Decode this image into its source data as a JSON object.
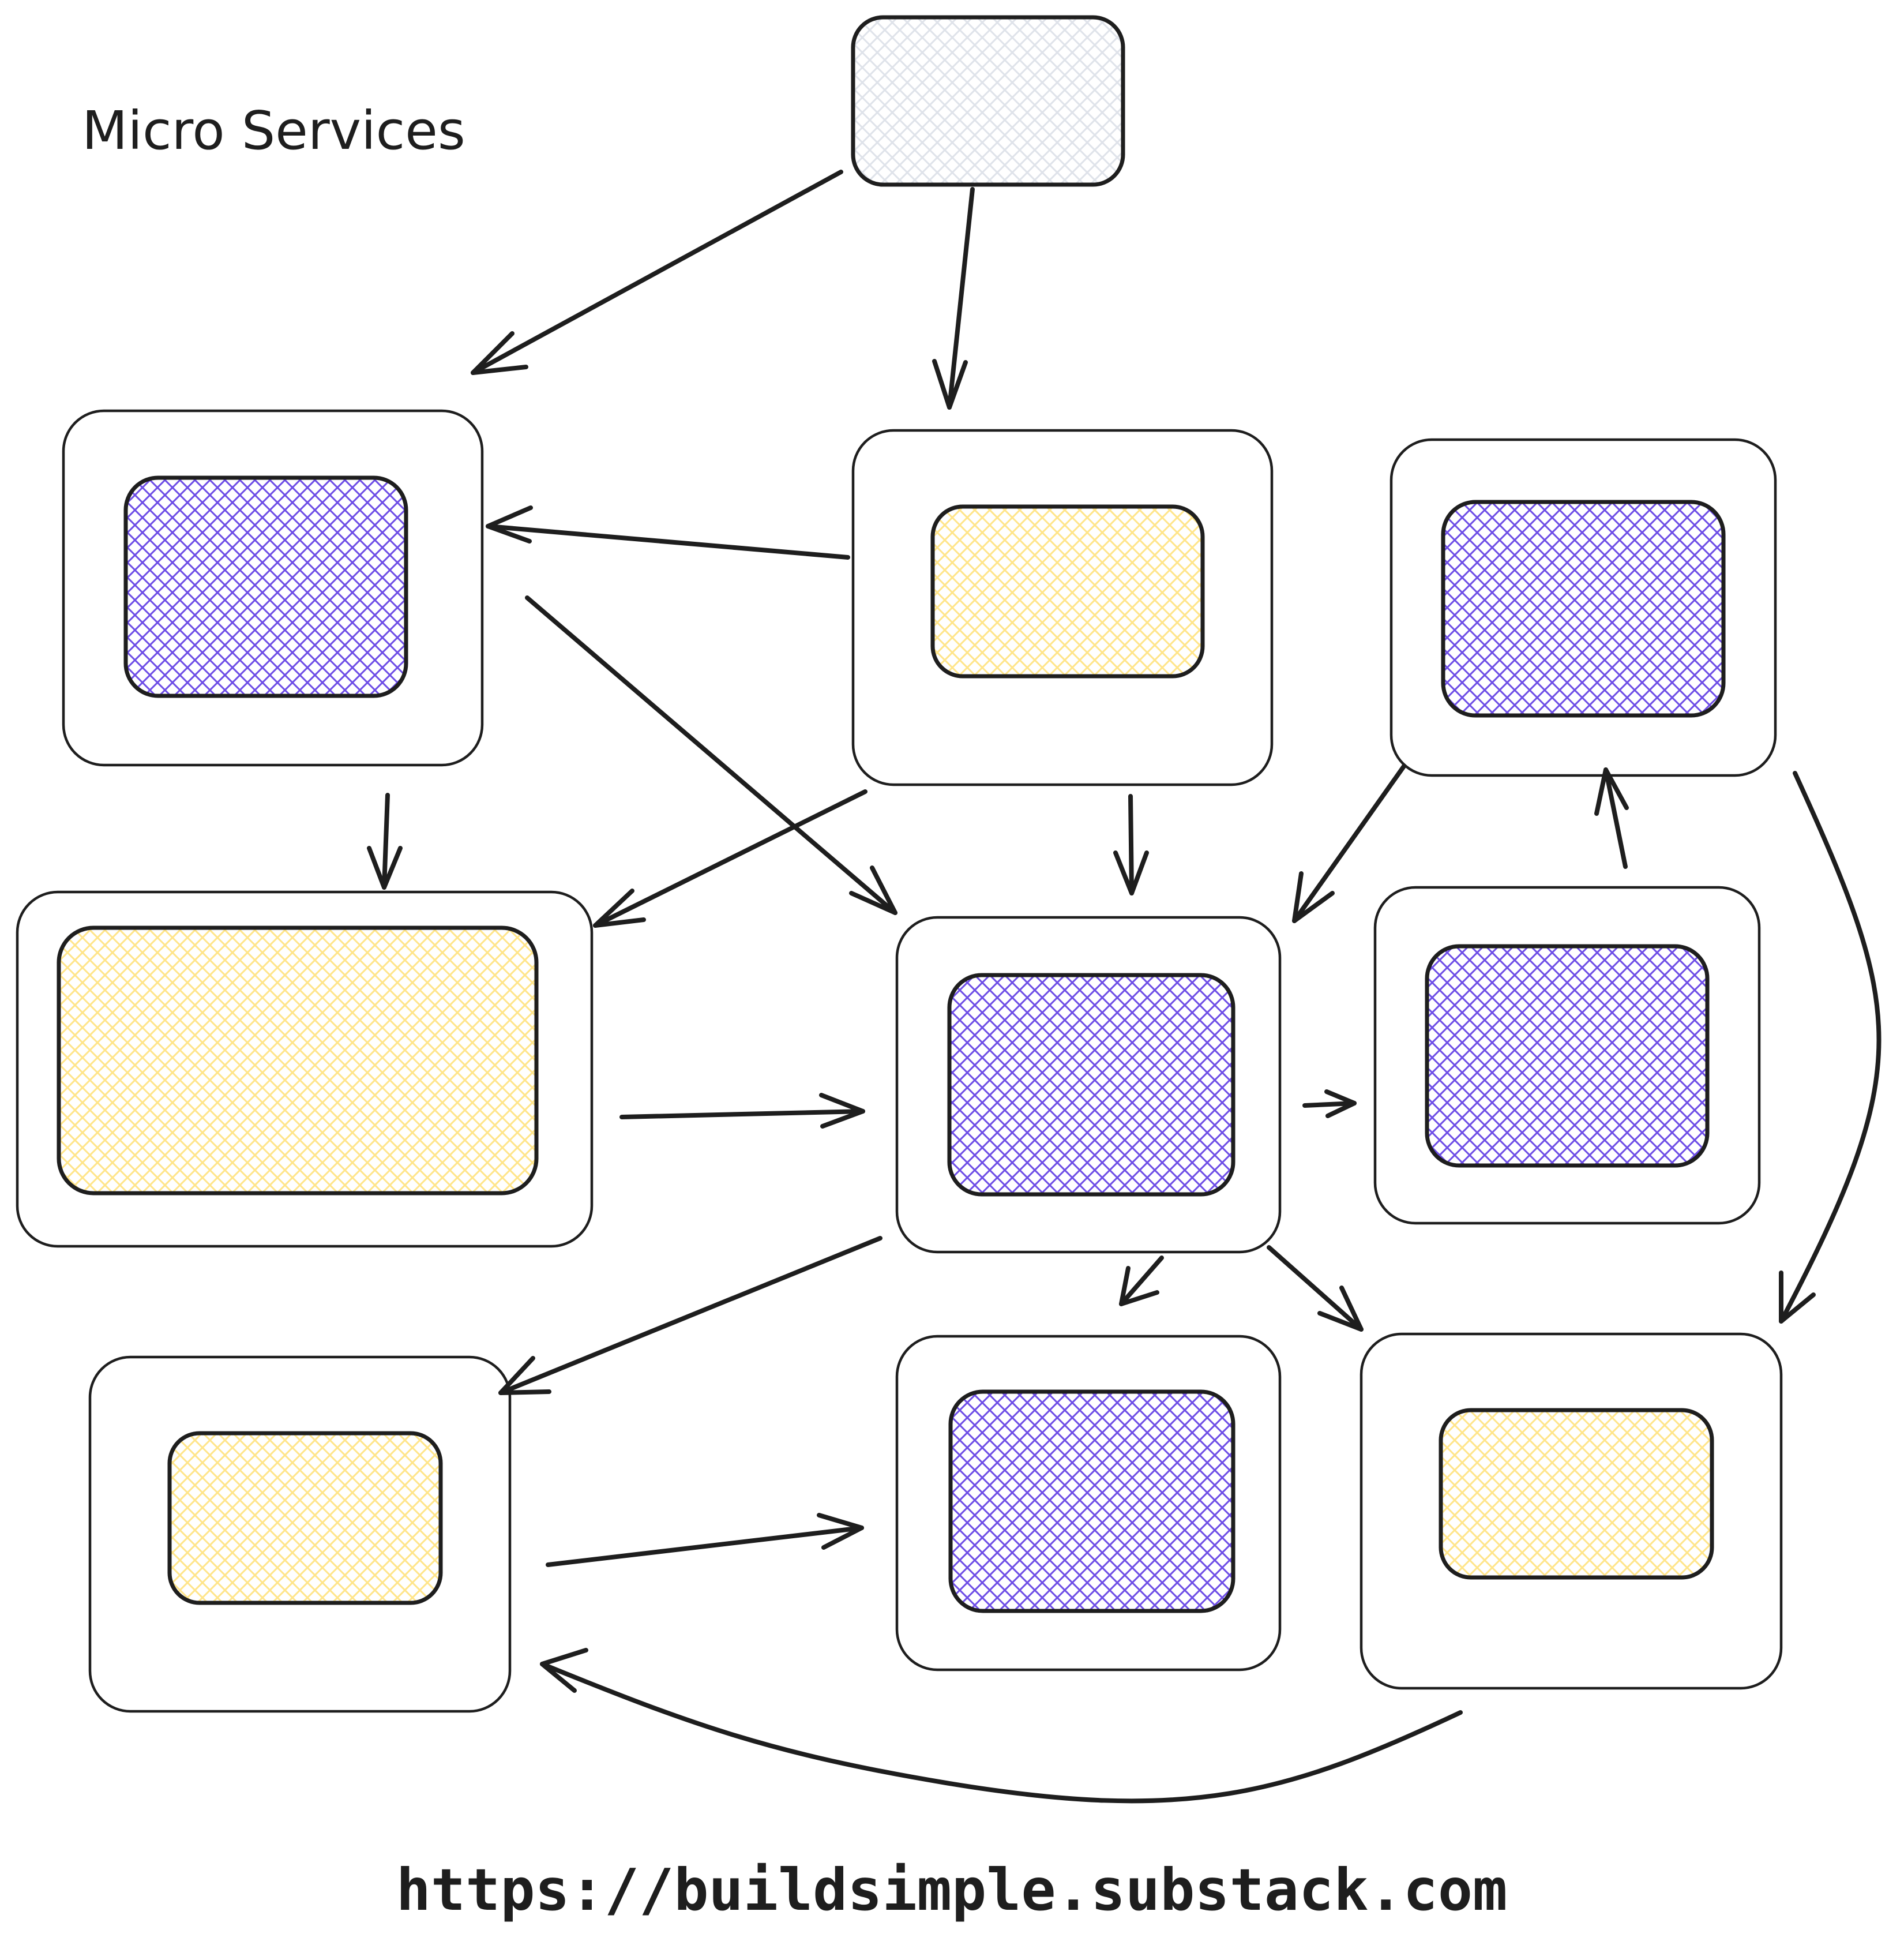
{
  "diagram": {
    "title": "Micro Services",
    "footer_url": "https://buildsimple.substack.com"
  },
  "colors": {
    "stroke": "#1e1e1e",
    "service_purple": "#6d4de6",
    "service_yellow": "#ffe58a",
    "client_gray": "#dfe3ea",
    "background": "#ffffff"
  },
  "nodes": [
    {
      "id": "client",
      "fill": "gray"
    },
    {
      "id": "service-1",
      "fill": "purple"
    },
    {
      "id": "service-2",
      "fill": "yellow"
    },
    {
      "id": "service-3",
      "fill": "purple"
    },
    {
      "id": "service-4",
      "fill": "yellow"
    },
    {
      "id": "service-5",
      "fill": "purple"
    },
    {
      "id": "service-6",
      "fill": "purple"
    },
    {
      "id": "service-7",
      "fill": "yellow"
    },
    {
      "id": "service-8",
      "fill": "purple"
    },
    {
      "id": "service-9",
      "fill": "yellow"
    }
  ],
  "edges": [
    {
      "from": "client",
      "to": "service-1"
    },
    {
      "from": "client",
      "to": "service-2"
    },
    {
      "from": "service-2",
      "to": "service-1"
    },
    {
      "from": "service-1",
      "to": "service-5"
    },
    {
      "from": "service-1",
      "to": "service-4"
    },
    {
      "from": "service-2",
      "to": "service-4"
    },
    {
      "from": "service-2",
      "to": "service-5"
    },
    {
      "from": "service-3",
      "to": "service-5"
    },
    {
      "from": "service-6",
      "to": "service-3"
    },
    {
      "from": "service-3",
      "to": "service-9"
    },
    {
      "from": "service-4",
      "to": "service-5"
    },
    {
      "from": "service-5",
      "to": "service-6"
    },
    {
      "from": "service-5",
      "to": "service-7"
    },
    {
      "from": "service-5",
      "to": "service-8"
    },
    {
      "from": "service-5",
      "to": "service-9"
    },
    {
      "from": "service-7",
      "to": "service-8"
    },
    {
      "from": "service-9",
      "to": "service-7"
    }
  ]
}
